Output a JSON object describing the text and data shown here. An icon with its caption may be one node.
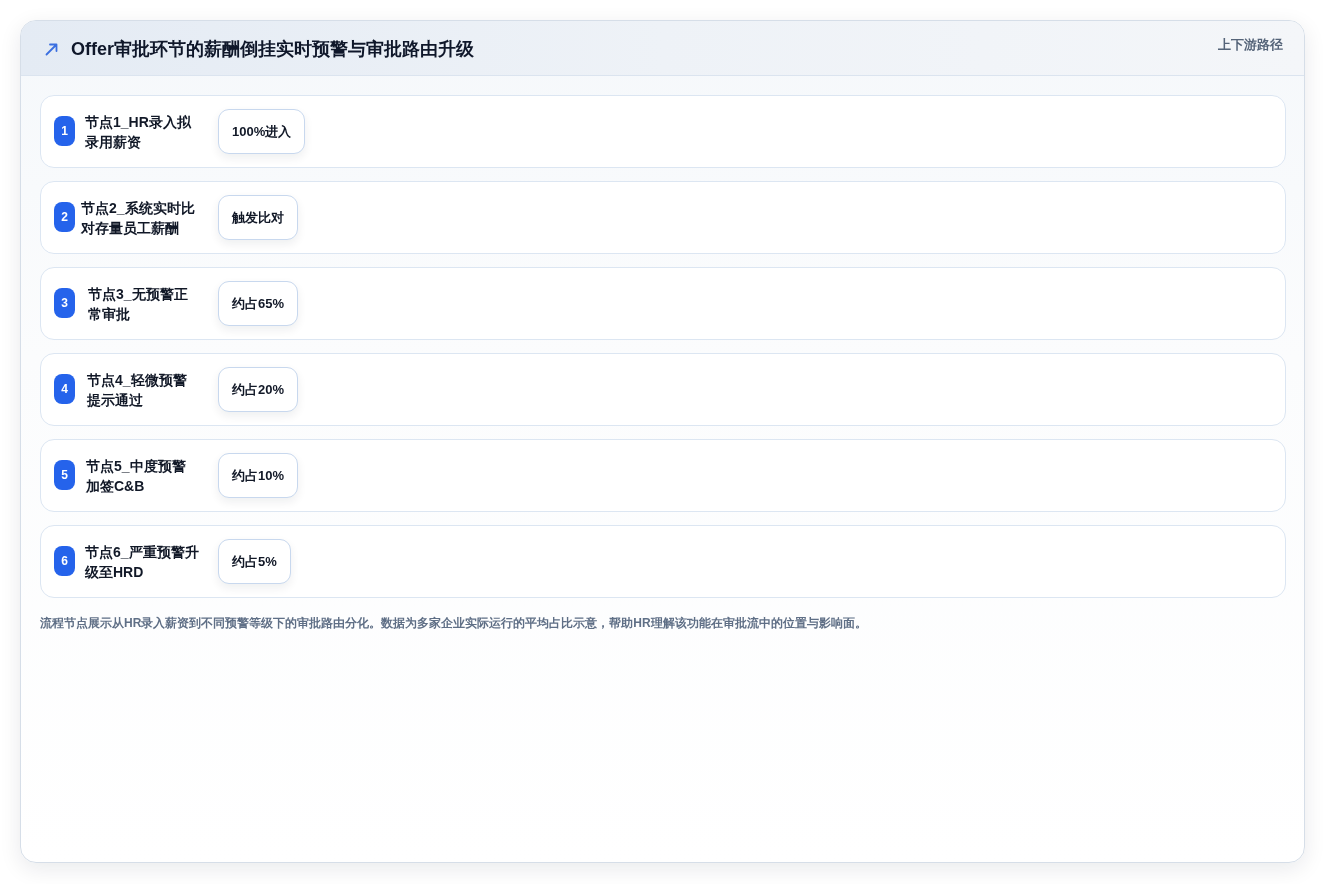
{
  "diagram": {
    "title": "Offer审批环节的薪酬倒挂实时预警与审批路由升级",
    "nodes": [
      {
        "text": [
          "节点1_HR录入拟录用薪资"
        ]
      },
      {
        "text": [
          "1"
        ],
        "in": 0
      },
      {
        "text": [
          "100%进入"
        ],
        "in": 0
      },
      {
        "text": [
          "节点2_系统实时比对存量员工薪酬"
        ]
      },
      {
        "text": [
          "2"
        ],
        "in": 3
      },
      {
        "text": [
          "触发比对"
        ],
        "in": 3
      },
      {
        "text": [
          "节点3_无预警正常审批"
        ]
      },
      {
        "text": [
          "3"
        ],
        "in": 6
      },
      {
        "text": [
          "约占65%"
        ],
        "in": 6
      },
      {
        "text": [
          "节点4_轻微预警提示通过"
        ]
      },
      {
        "text": [
          "4"
        ],
        "in": 9
      },
      {
        "text": [
          "约占20%"
        ],
        "in": 9
      },
      {
        "text": [
          "节点5_中度预警加签C&B"
        ]
      },
      {
        "text": [
          "5"
        ],
        "in": 12
      },
      {
        "text": [
          "约占10%"
        ],
        "in": 12
      },
      {
        "text": [
          "节点6_严重预警升级至HRD"
        ]
      },
      {
        "text": [
          "6"
        ],
        "in": 15
      },
      {
        "text": [
          "约占5%"
        ],
        "in": 15
      }
    ],
    "labels": [
      "上下游路径"
    ],
    "caption": "流程节点展示从HR录入薪资到不同预警等级下的审批路由分化。数据为多家企业实际运行的平均占比示意，帮助HR理解该功能在审批流中的位置与影响面。"
  }
}
